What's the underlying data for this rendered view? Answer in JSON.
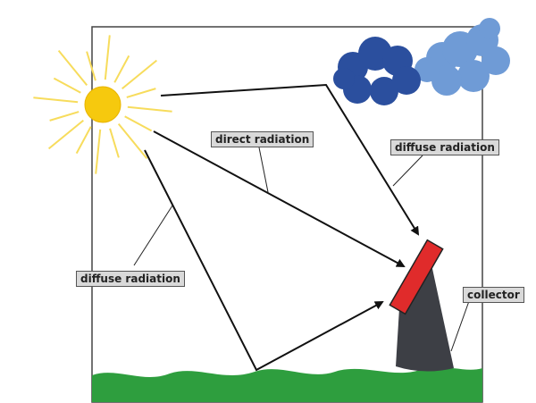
{
  "labels": {
    "direct": "direct radiation",
    "diffuse_top": "diffuse radiation",
    "diffuse_left": "diffuse radiation",
    "collector": "collector"
  },
  "colors": {
    "sun": "#f6c90e",
    "sun_rays": "#f7dc5c",
    "cloud_dark": "#2b4f9e",
    "cloud_light": "#6f9bd6",
    "ground": "#2e9e3e",
    "collector_panel": "#e02b2b",
    "collector_stand": "#3d3f45",
    "arrow": "#111111"
  },
  "icons": {
    "sun": "sun-icon",
    "clouds": "cloud-icon",
    "collector": "solar-collector-icon"
  }
}
